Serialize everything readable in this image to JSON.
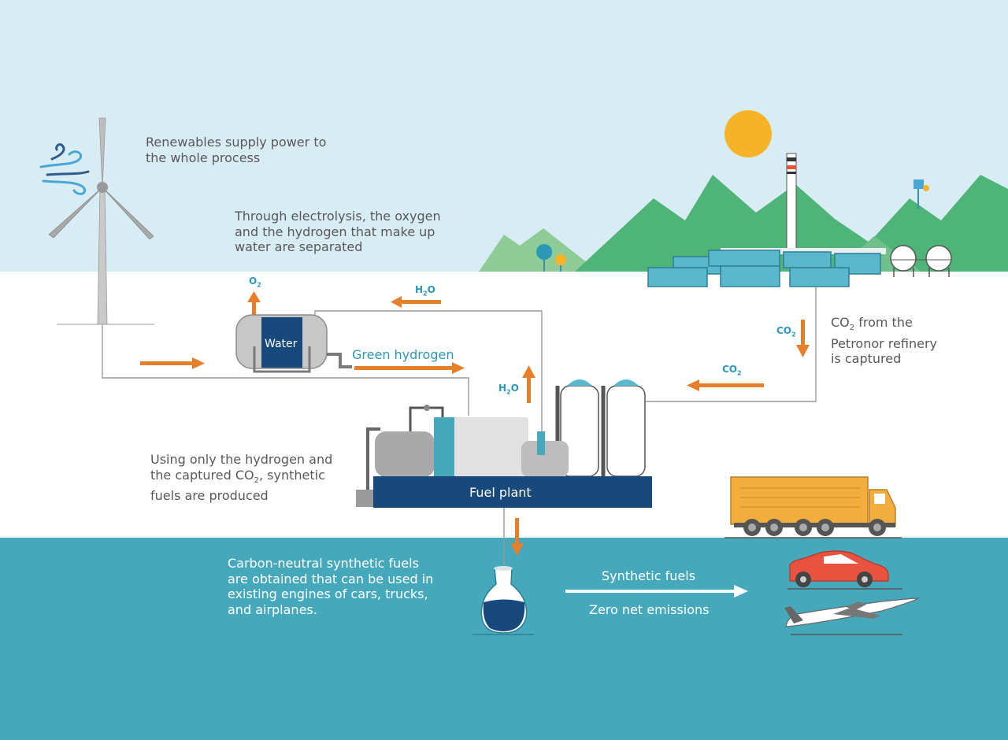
{
  "labels": {
    "renewables": [
      "Renewables supply power to",
      "the whole process"
    ],
    "electrolysis": [
      "Through electrolysis, the oxygen",
      "and the hydrogen that make up",
      "water are separated"
    ],
    "co2_captured": {
      "line1_pre": "CO",
      "line1_sub": "2",
      "line1_post": " from the",
      "line2": "Petronor refinery",
      "line3": "is captured"
    },
    "synthesis": {
      "line1": "Using only the hydrogen and",
      "line2_pre": "the captured CO",
      "line2_sub": "2",
      "line2_post": ", synthetic",
      "line3": "fuels are produced"
    },
    "result": [
      "Carbon-neutral synthetic fuels",
      "are obtained that can be used in",
      "existing engines of cars, trucks,",
      "and airplanes."
    ],
    "water": "Water",
    "green_hydrogen": "Green hydrogen",
    "fuel_plant": "Fuel plant",
    "synthetic_fuels": "Synthetic fuels",
    "zero_net": "Zero net emissions"
  },
  "chem": {
    "o2": {
      "main": "O",
      "sub": "2"
    },
    "h2o_top": {
      "main": "H",
      "sub": "2",
      "post": "O"
    },
    "h2o_mid": {
      "main": "H",
      "sub": "2",
      "post": "O"
    },
    "co2_vertical": {
      "main": "CO",
      "sub": "2"
    },
    "co2_horizontal": {
      "main": "CO",
      "sub": "2"
    }
  },
  "colors": {
    "sky": "#d8ecf4",
    "sea": "#46a8bb",
    "mountain_dark": "#4fb477",
    "mountain_light": "#8fcb97",
    "sun": "#f7b328",
    "arrow": "#e57f2b",
    "navy": "#17497d",
    "teal_text": "#2a97b5",
    "gray_text": "#585858",
    "truck": "#f2ad3d",
    "car": "#e8523f"
  },
  "icons": [
    "wind-turbine-icon",
    "wind-gust-icon",
    "sun-icon",
    "mountains-icon",
    "refinery-icon",
    "electrolyzer-icon",
    "fuel-plant-icon",
    "storage-tank-icon",
    "flask-icon",
    "truck-icon",
    "car-icon",
    "airplane-icon",
    "tree-icon"
  ]
}
